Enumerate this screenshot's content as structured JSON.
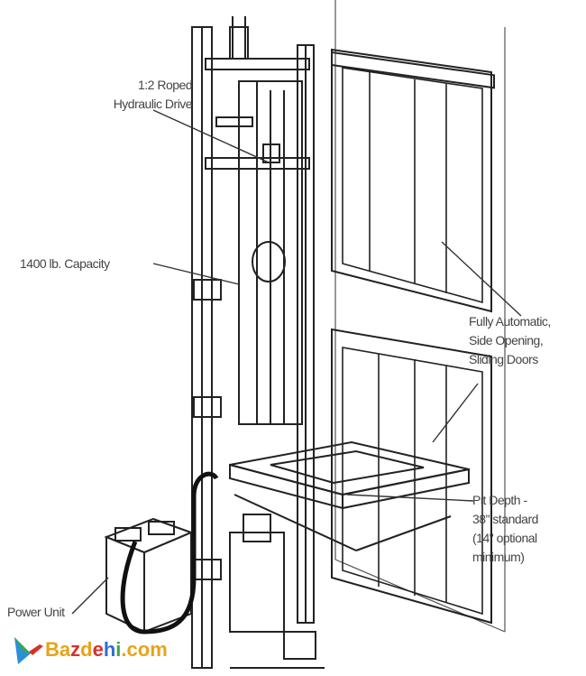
{
  "labels": {
    "drive": [
      "1:2 Roped",
      "Hydraulic Drive"
    ],
    "capacity": "1400 lb. Capacity",
    "doors": [
      "Fully Automatic,",
      "Side Opening,",
      "Sliding Doors"
    ],
    "pit": [
      "Pit Depth -",
      "38\" standard",
      "(14\" optional",
      "minimum)"
    ],
    "power_unit": "Power Unit"
  },
  "watermark": {
    "parts": [
      "B",
      "a",
      "z",
      "d",
      "e",
      "h",
      "i",
      ".com"
    ],
    "colors": [
      "#e8a317",
      "#e8a317",
      "#d9302c",
      "#e8a317",
      "#d9302c",
      "#2d6fd6",
      "#3aa64a",
      "#e8a317"
    ]
  }
}
